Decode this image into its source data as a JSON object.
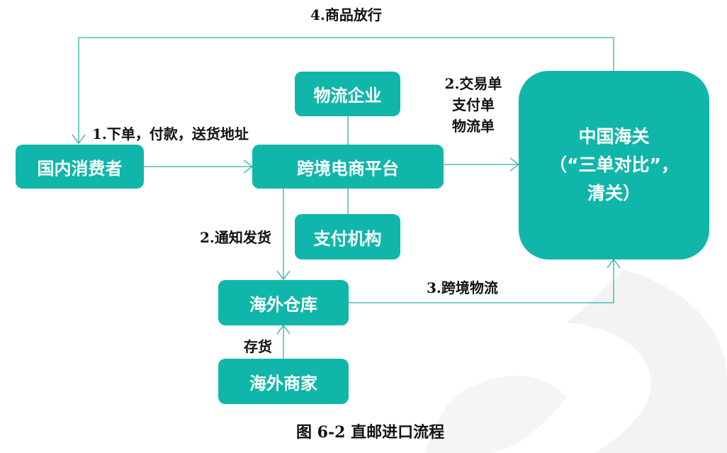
{
  "nodes": {
    "consumer": "国内消费者",
    "platform": "跨境电商平台",
    "logistics": "物流企业",
    "payment": "支付机构",
    "warehouse": "海外仓库",
    "merchant": "海外商家",
    "customs_line1": "中国海关",
    "customs_line2": "（“三单对比”，",
    "customs_line3": "清关）"
  },
  "edges": {
    "release": "4.商品放行",
    "order": "1.下单，付款，送货地址",
    "docs_line1": "2.交易单",
    "docs_line2": "支付单",
    "docs_line3": "物流单",
    "notify": "2.通知发货",
    "shipping": "3.跨境物流",
    "stock": "存货"
  },
  "caption": "图 6-2  直邮进口流程",
  "colors": {
    "box": "#10b6aa",
    "line": "#2bb3ab",
    "text": "#111111",
    "watermark": "#f3f3f3"
  }
}
